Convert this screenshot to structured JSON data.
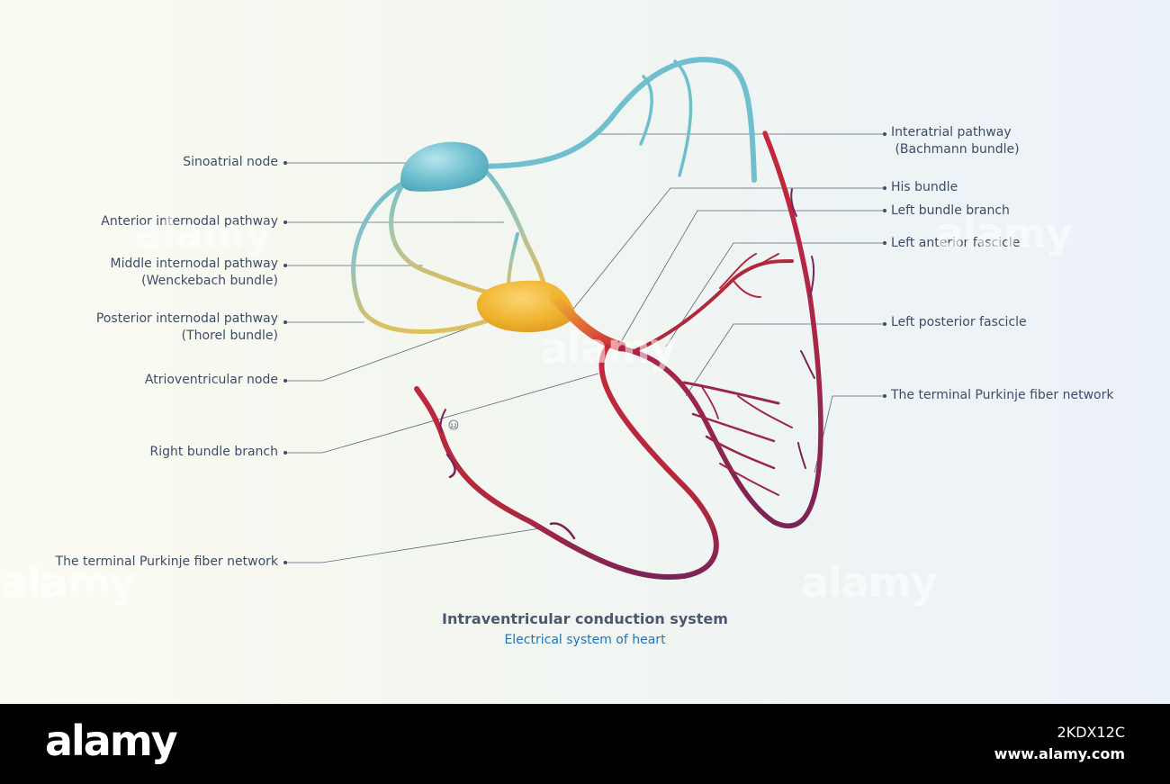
{
  "left_labels": [
    {
      "id": "sinoatrial",
      "lines": [
        "Sinoatrial node"
      ]
    },
    {
      "id": "anterior",
      "lines": [
        "Anterior internodal pathway"
      ]
    },
    {
      "id": "middle",
      "lines": [
        "Middle  internodal pathway",
        "(Wenckebach bundle)"
      ]
    },
    {
      "id": "posterior",
      "lines": [
        "Posterior internodal pathway",
        "(Thorel  bundle)"
      ]
    },
    {
      "id": "av-node",
      "lines": [
        "Atrioventricular node"
      ]
    },
    {
      "id": "right-bundle",
      "lines": [
        "Right bundle branch"
      ]
    },
    {
      "id": "purkinje-left",
      "lines": [
        "The terminal Purkinje fiber network"
      ]
    }
  ],
  "right_labels": [
    {
      "id": "interatrial",
      "lines": [
        "Interatrial pathway",
        " (Bachmann bundle)"
      ]
    },
    {
      "id": "his",
      "lines": [
        "His bundle"
      ]
    },
    {
      "id": "left-bundle",
      "lines": [
        "Left bundle branch"
      ]
    },
    {
      "id": "left-anterior",
      "lines": [
        "Left anterior fascicle"
      ]
    },
    {
      "id": "left-posterior",
      "lines": [
        "Left posterior fascicle"
      ]
    },
    {
      "id": "purkinje-right",
      "lines": [
        "The terminal Purkinje fiber network"
      ]
    }
  ],
  "marker_label": "12",
  "title": "Intraventricular conduction system",
  "subtitle": "Electrical system of heart",
  "watermark": "alamy",
  "footer": {
    "logo": "alamy",
    "image_code": "2KDX12C",
    "url": "www.alamy.com"
  },
  "colors": {
    "atrial_blue": "#6fbfcf",
    "av_orange": "#f0b531",
    "bundle_red": "#c6283c",
    "purkinje_purple": "#7a2456",
    "leader_line": "#5a6476",
    "label_text": "#3d4d68",
    "subtitle": "#1f74b8"
  }
}
